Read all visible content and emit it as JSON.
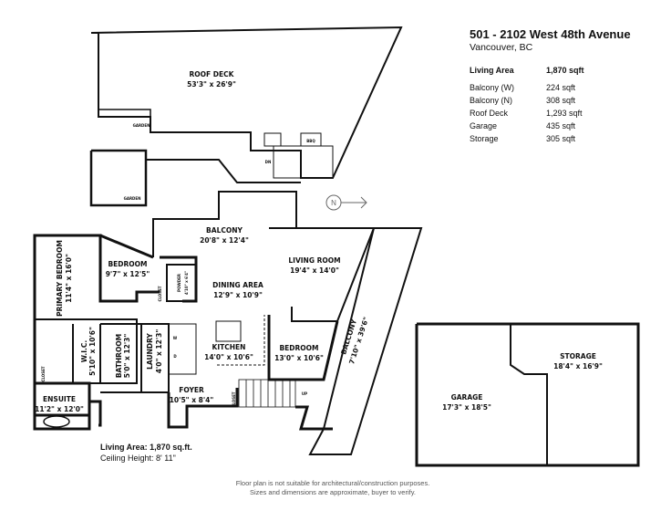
{
  "header": {
    "address": "501 - 2102 West 48th Avenue",
    "city": "Vancouver, BC"
  },
  "areas": {
    "living": {
      "label": "Living Area",
      "value": "1,870 sqft"
    },
    "items": [
      {
        "label": "Balcony (W)",
        "value": "224 sqft"
      },
      {
        "label": "Balcony (N)",
        "value": "308 sqft"
      },
      {
        "label": "Roof Deck",
        "value": "1,293 sqft"
      },
      {
        "label": "Garage",
        "value": "435 sqft"
      },
      {
        "label": "Storage",
        "value": "305 sqft"
      }
    ]
  },
  "rooms": {
    "roof_deck": {
      "name": "ROOF DECK",
      "dim": "53'3\" x 26'9\""
    },
    "balcony_w": {
      "name": "BALCONY",
      "dim": "20'8\" x 12'4\""
    },
    "living_room": {
      "name": "LIVING ROOM",
      "dim": "19'4\" x 14'0\""
    },
    "dining": {
      "name": "DINING AREA",
      "dim": "12'9\" x 10'9\""
    },
    "bedroom1": {
      "name": "BEDROOM",
      "dim": "9'7\" x 12'5\""
    },
    "primary": {
      "name": "PRIMARY BEDROOM",
      "dim": "11'4\" x 16'0\""
    },
    "powder": {
      "name": "POWDER",
      "dim": "4'10\" x 6'4\""
    },
    "wic": {
      "name": "W.I.C.",
      "dim": "5'10\" x 10'6\""
    },
    "bathroom": {
      "name": "BATHROOM",
      "dim": "5'0\" x 12'3\""
    },
    "laundry": {
      "name": "LAUNDRY",
      "dim": "4'0\" x 12'3\""
    },
    "kitchen": {
      "name": "KITCHEN",
      "dim": "14'0\" x 10'6\""
    },
    "bedroom2": {
      "name": "BEDROOM",
      "dim": "13'0\" x 10'6\""
    },
    "balcony_n": {
      "name": "BALCONY",
      "dim": "7'10\" x 39'6\""
    },
    "foyer": {
      "name": "FOYER",
      "dim": "10'5\" x 8'4\""
    },
    "ensuite": {
      "name": "ENSUITE",
      "dim": "11'2\" x 12'0\""
    },
    "garage": {
      "name": "GARAGE",
      "dim": "17'3\" x 18'5\""
    },
    "storage": {
      "name": "STORAGE",
      "dim": "18'4\" x 16'9\""
    }
  },
  "small_labels": {
    "garden": "GARDEN",
    "bbq": "BBQ",
    "dn": "DN",
    "up": "UP",
    "closet": "CLOSET",
    "north": "N",
    "w": "W",
    "d": "D"
  },
  "footer": {
    "living_area": "Living Area: 1,870 sq.ft.",
    "ceiling": "Ceiling Height: 8' 11\"",
    "disclaimer1": "Floor plan is not suitable for architectural/construction purposes.",
    "disclaimer2": "Sizes and dimensions are approximate, buyer to verify."
  }
}
